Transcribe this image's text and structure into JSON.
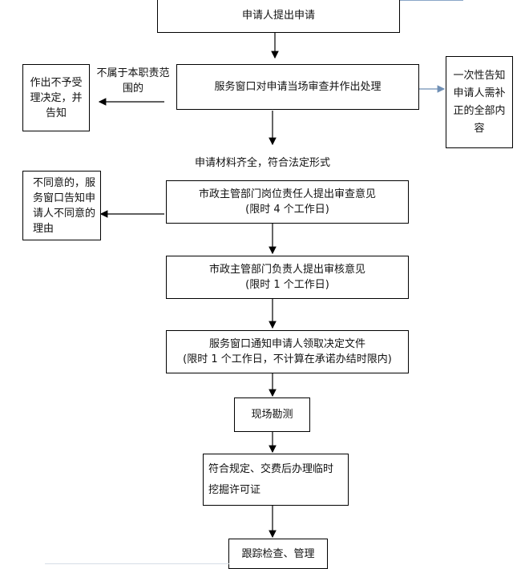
{
  "diagram": {
    "steps": {
      "apply": "申请人提出申请",
      "window_review": "服务窗口对申请当场审查并作出处理",
      "reject_scope": "作出不予受理决定，并告知",
      "notify_supplement": "一次性告知申请人需补正的全部内容",
      "post_review": "市政主管部门岗位责任人提出审查意见",
      "post_review_limit": "(限时 4 个工作日)",
      "disagree": "不同意的，服务窗口告知申请人不同意的理由",
      "head_review": "市政主管部门负责人提出审核意见",
      "head_review_limit": "(限时 1 个工作日)",
      "notify_collect": "服务窗口通知申请人领取决定文件",
      "notify_collect_limit": "(限时 1 个工作日，不计算在承诺办结时限内)",
      "site_survey": "现场勘测",
      "permit": "符合规定、交费后办理临时挖掘许可证",
      "follow_up": "跟踪检查、管理"
    },
    "edge_labels": {
      "not_in_scope": "不属于本职责范围的",
      "complete": "申请材料齐全，符合法定形式"
    }
  }
}
